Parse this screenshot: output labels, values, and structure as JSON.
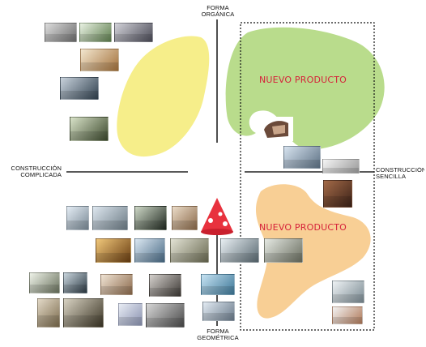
{
  "axes": {
    "top": [
      "FORMA",
      "ORGÁNICA"
    ],
    "bottom": [
      "FORMA",
      "GEOMÉTRICA"
    ],
    "left": [
      "CONSTRUCCIÓN",
      "COMPLICADA"
    ],
    "right": [
      "CONSTRUCCIÓN",
      "SENCILLA"
    ]
  },
  "products": {
    "upper": "NUEVO PRODUCTO",
    "lower": "NUEVO PRODUCTO"
  },
  "colors": {
    "yellow_blob": "#f6ee8a",
    "green_blob": "#b9dc8c",
    "orange_blob": "#f8cf95",
    "label_red": "#d6223a"
  }
}
